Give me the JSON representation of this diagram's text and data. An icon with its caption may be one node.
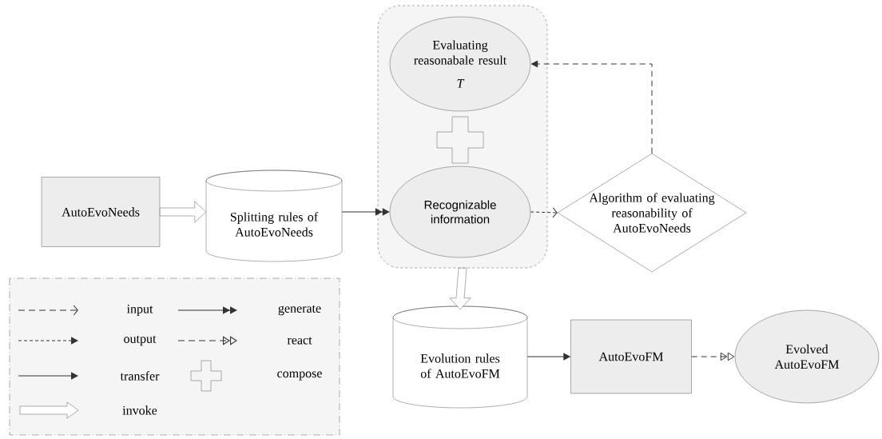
{
  "diagram": {
    "nodes": [
      {
        "text": [],
        "shape": "box"
      },
      {
        "text": [
          "Evaluating reasonabale result",
          "T"
        ],
        "in": 0
      },
      {
        "text": [
          "Recognizable information"
        ],
        "in": 0
      },
      {
        "text": [
          "AutoEvoNeeds"
        ]
      },
      {
        "text": [
          "Splitting rules of AutoEvoNeeds"
        ]
      },
      {
        "text": [
          "Algorithm of evaluating reasonability of AutoEvoNeeds"
        ]
      },
      {
        "text": [
          "Evolution rules of AutoEvoFM"
        ]
      },
      {
        "text": [
          "AutoEvoFM"
        ]
      },
      {
        "text": [
          "Evolved AutoEvoFM"
        ]
      }
    ],
    "edges": [
      {
        "from": 3,
        "to": 4,
        "arrow": "to",
        "style": "thick"
      },
      {
        "from": 4,
        "to": 2,
        "arrow": "to"
      },
      {
        "from": 2,
        "to": 5,
        "arrow": "to",
        "style": "dashed"
      },
      {
        "from": 5,
        "to": 1,
        "arrow": "to",
        "style": "dashed"
      },
      {
        "from": 0,
        "to": 6,
        "arrow": "to",
        "style": "thick"
      },
      {
        "from": 6,
        "to": 7,
        "arrow": "to"
      },
      {
        "from": 7,
        "to": 8,
        "arrow": "to",
        "style": "dashed"
      }
    ],
    "legend": [
      {
        "text": "input"
      },
      {
        "text": "generate"
      },
      {
        "text": "output"
      },
      {
        "text": "react"
      },
      {
        "text": "transfer"
      },
      {
        "text": "compose"
      },
      {
        "text": "invoke"
      }
    ]
  }
}
